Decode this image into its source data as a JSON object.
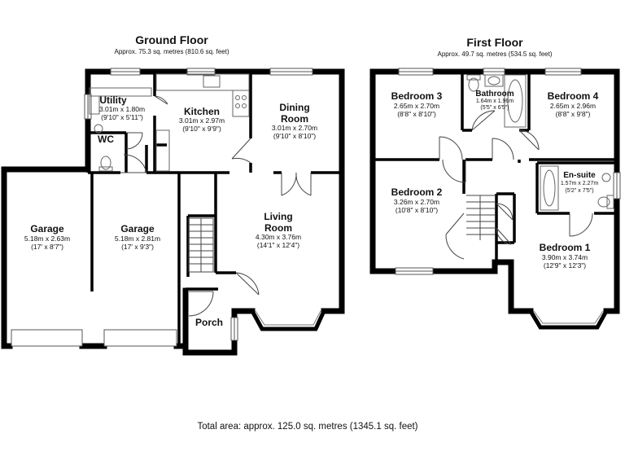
{
  "ground_floor": {
    "title": "Ground Floor",
    "area": "Approx. 75.3 sq. metres (810.6 sq. feet)",
    "rooms": [
      {
        "name": "Utility",
        "metric": "3.01m x 1.80m",
        "imperial": "(9'10\" x 5'11\")"
      },
      {
        "name": "Kitchen",
        "metric": "3.01m x 2.97m",
        "imperial": "(9'10\" x 9'9\")"
      },
      {
        "name": "Dining",
        "name2": "Room",
        "metric": "3.01m x 2.70m",
        "imperial": "(9'10\" x 8'10\")"
      },
      {
        "name": "WC"
      },
      {
        "name": "Garage",
        "metric": "5.18m x 2.63m",
        "imperial": "(17' x 8'7\")"
      },
      {
        "name": "Garage",
        "metric": "5.18m x 2.81m",
        "imperial": "(17' x 9'3\")"
      },
      {
        "name": "Living",
        "name2": "Room",
        "metric": "4.30m x 3.76m",
        "imperial": "(14'1\" x 12'4\")"
      },
      {
        "name": "Porch"
      }
    ]
  },
  "first_floor": {
    "title": "First Floor",
    "area": "Approx. 49.7 sq. metres (534.5 sq. feet)",
    "rooms": [
      {
        "name": "Bedroom 3",
        "metric": "2.65m x 2.70m",
        "imperial": "(8'8\" x 8'10\")"
      },
      {
        "name": "Bathroom",
        "metric": "1.64m x 1.96m",
        "imperial": "(5'5\" x 6'5\")"
      },
      {
        "name": "Bedroom 4",
        "metric": "2.65m x 2.96m",
        "imperial": "(8'8\" x 9'8\")"
      },
      {
        "name": "Bedroom 2",
        "metric": "3.26m x 2.70m",
        "imperial": "(10'8\" x 8'10\")"
      },
      {
        "name": "En-suite",
        "metric": "1.57m x 2.27m",
        "imperial": "(5'2\" x 7'5\")"
      },
      {
        "name": "Bedroom 1",
        "metric": "3.90m x 3.74m",
        "imperial": "(12'9\" x 12'3\")"
      }
    ]
  },
  "total_area": "Total area: approx. 125.0 sq. metres (1345.1 sq. feet)"
}
